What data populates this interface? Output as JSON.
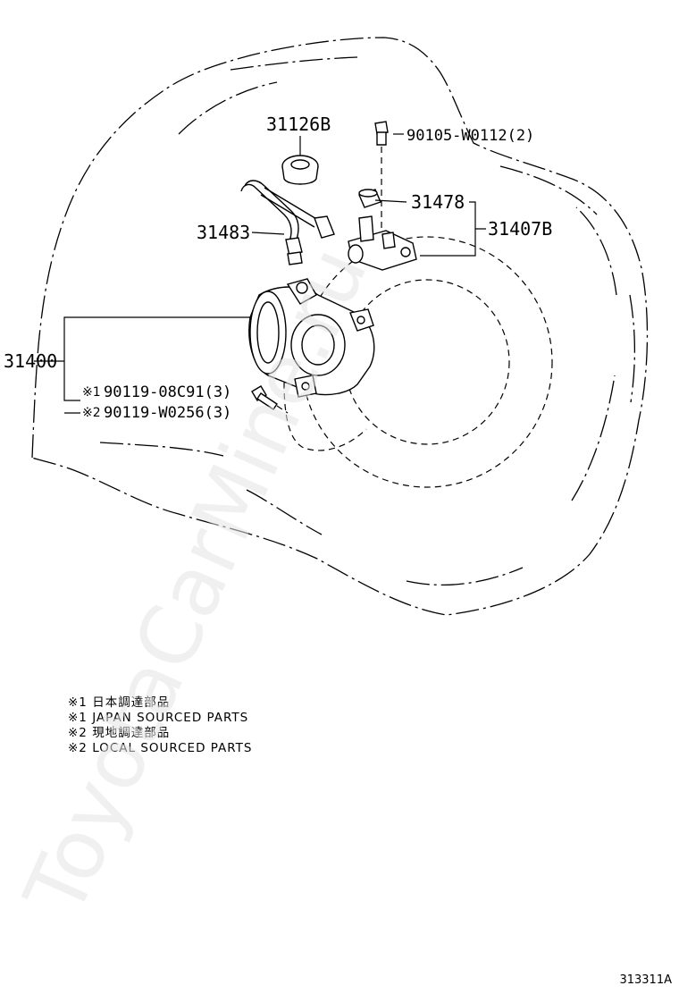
{
  "parts": {
    "p31126b": "31126B",
    "p90105": "90105-W0112(2)",
    "p31478": "31478",
    "p31407b": "31407B",
    "p31483": "31483",
    "p31400": "31400",
    "p90119a": "90119-08C91(3)",
    "p90119b": "90119-W0256(3)",
    "mark1": "※1",
    "mark2": "※2"
  },
  "notes": [
    "※1 日本調達部品",
    "※1 JAPAN SOURCED PARTS",
    "※2 現地調達部品",
    "※2 LOCAL SOURCED PARTS"
  ],
  "diagram_id": "313311A",
  "watermark": "ToyotaCarMine.ru"
}
